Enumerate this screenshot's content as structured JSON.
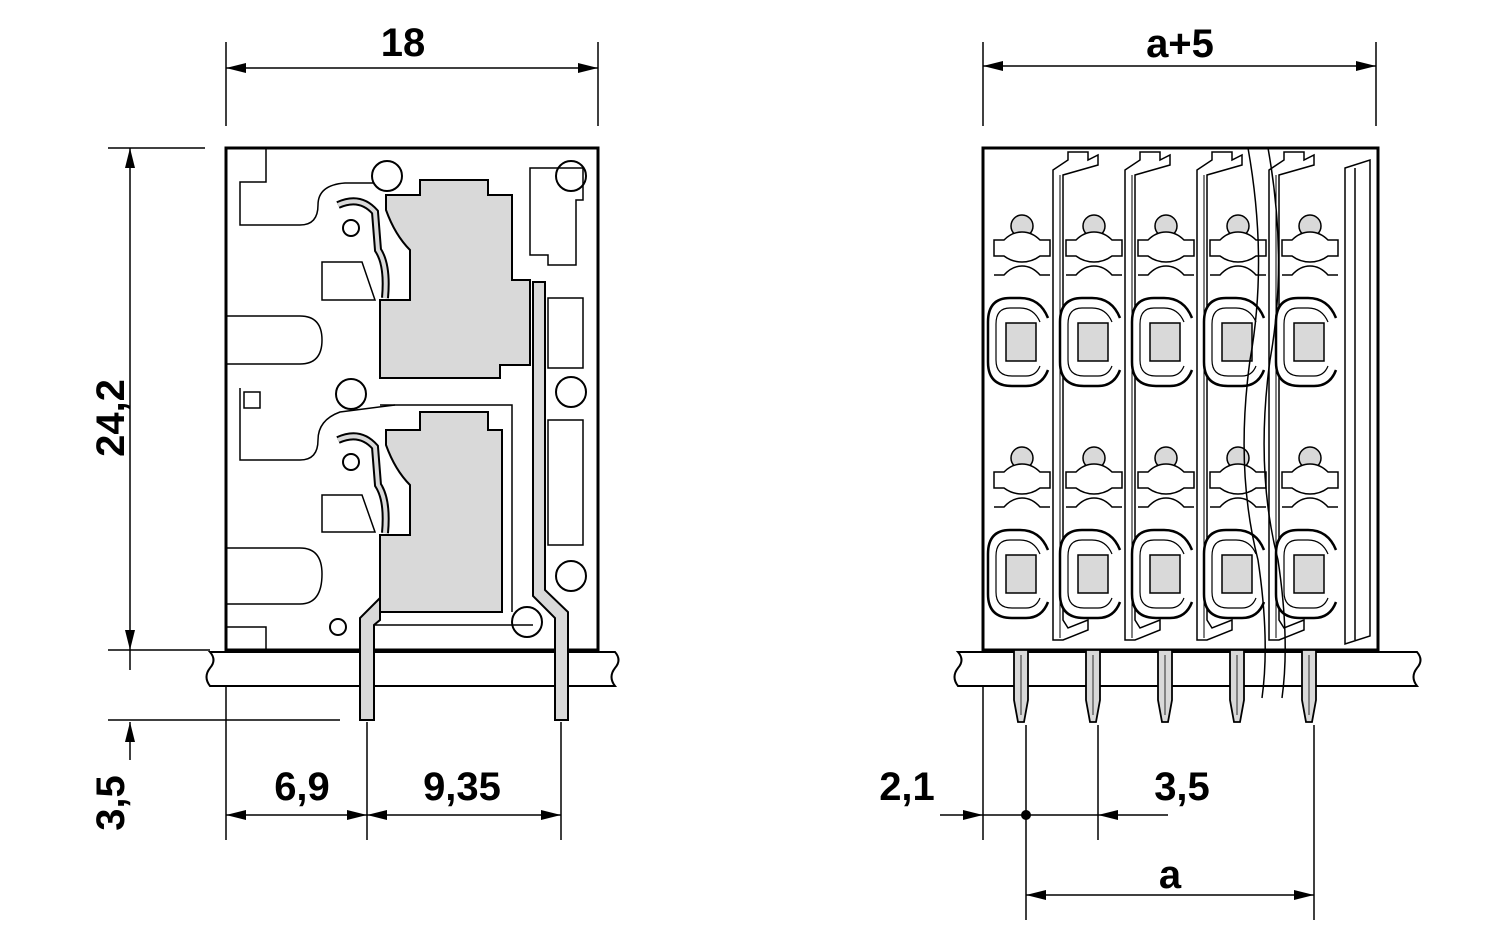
{
  "dimensions": {
    "left_width": "18",
    "left_height": "24,2",
    "pin_length": "3,5",
    "pin_offset": "6,9",
    "pin_spacing": "9,35",
    "right_width": "a+5",
    "edge_offset": "2,1",
    "pitch": "3,5",
    "span": "a"
  },
  "colors": {
    "line": "#000000",
    "fill_gray": "#d9d9d9",
    "background": "#ffffff"
  }
}
